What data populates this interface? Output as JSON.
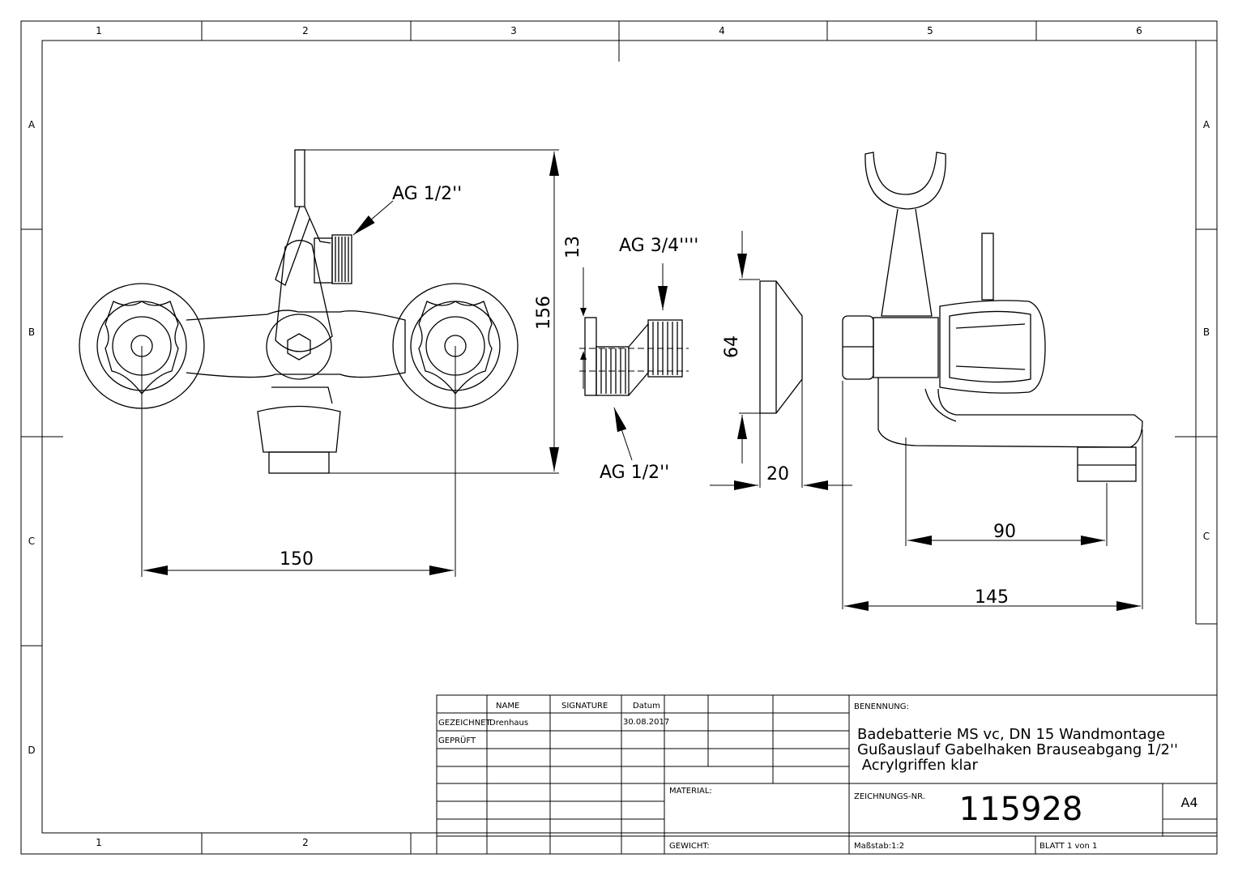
{
  "zones": {
    "columns": [
      "1",
      "2",
      "3",
      "4",
      "5",
      "6"
    ],
    "bottom_columns": [
      "1",
      "2"
    ],
    "rows": [
      "A",
      "B",
      "C",
      "D"
    ],
    "right_rows": [
      "A",
      "B",
      "C"
    ]
  },
  "front_view": {
    "width_dim": "150",
    "height_dim": "156",
    "thread_label": "AG 1/2''"
  },
  "connector_view": {
    "top_thread": "AG 3/4''''",
    "bottom_thread": "AG 1/2''",
    "offset_dim": "13"
  },
  "rosette_view": {
    "height_dim": "64",
    "depth_dim": "20"
  },
  "side_view": {
    "spout_dim": "90",
    "total_dim": "145"
  },
  "title_block": {
    "col_name": "NAME",
    "col_signature": "SIGNATURE",
    "col_date": "Datum",
    "row_drawn": "GEZEICHNET",
    "row_checked": "GEPRÜFT",
    "drawn_by": "Drenhaus",
    "drawn_date": "30.08.2017",
    "material_label": "MATERIAL:",
    "weight_label": "GEWICHT:",
    "title_label": "BENENNUNG:",
    "title_lines": [
      "Badebatterie MS vc, DN 15  Wandmontage",
      "Gußauslauf Gabelhaken Brauseabgang 1/2''",
      " Acrylgriffen klar"
    ],
    "drawing_no_label": "ZEICHNUNGS-NR.",
    "drawing_no": "115928",
    "format": "A4",
    "scale": "Maßstab:1:2",
    "sheet": "BLATT 1 von 1"
  }
}
